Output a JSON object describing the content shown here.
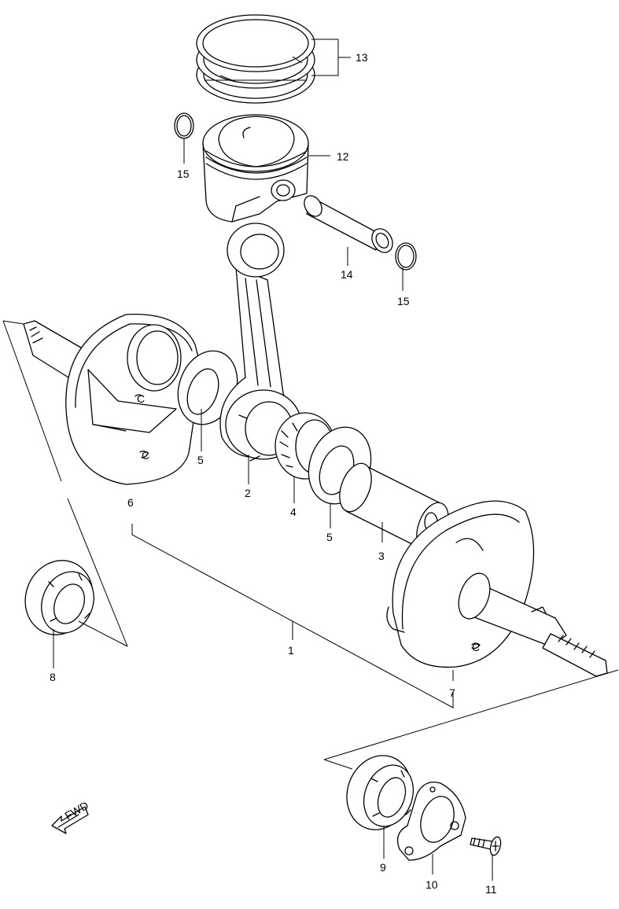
{
  "callouts": {
    "c1": "1",
    "c2": "2",
    "c3": "3",
    "c4": "4",
    "c5a": "5",
    "c5b": "5",
    "c6": "6",
    "c7": "7",
    "c8": "8",
    "c9": "9",
    "c10": "10",
    "c11": "11",
    "c12": "12",
    "c13": "13",
    "c14": "14",
    "c15a": "15",
    "c15b": "15"
  },
  "fwd_label": "FWD",
  "crank_marks": {
    "left_web_upper": "C",
    "left_web_lower": "C",
    "right_web": "C"
  }
}
